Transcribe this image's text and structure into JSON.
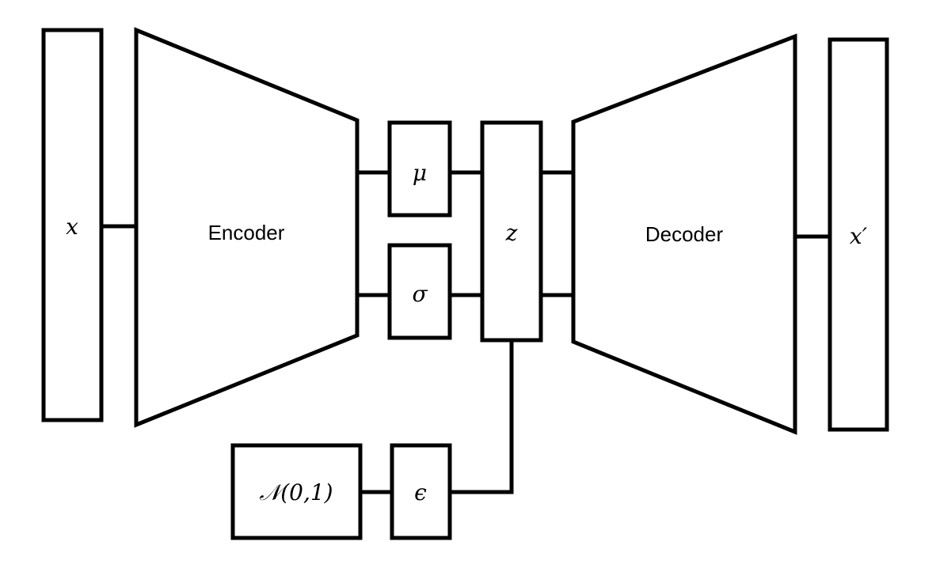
{
  "nodes": {
    "input": "𝑥",
    "encoder": "Encoder",
    "mu": "𝜇",
    "sigma": "𝜎",
    "latent": "𝑧",
    "decoder": "Decoder",
    "output": "𝑥′",
    "prior": "𝒩(0,1)",
    "epsilon": "𝜖"
  }
}
